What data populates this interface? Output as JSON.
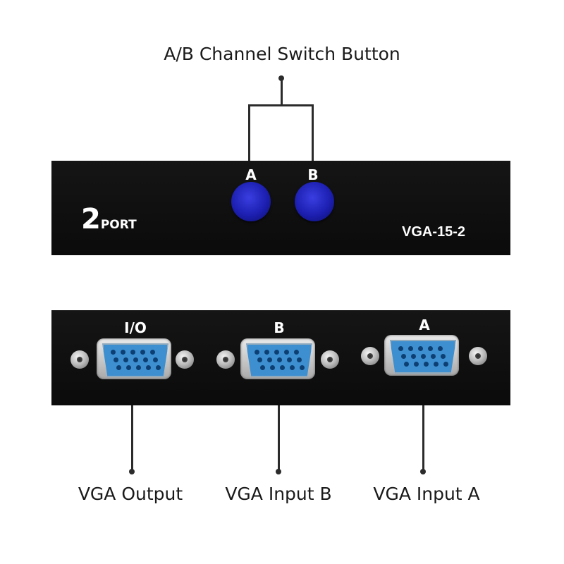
{
  "callouts": {
    "switch_button": "A/B Channel Switch Button",
    "vga_output": "VGA Output",
    "vga_input_b": "VGA Input B",
    "vga_input_a": "VGA Input A"
  },
  "front_panel": {
    "brand_number": "2",
    "brand_word": "PORT",
    "model": "VGA-15-2",
    "button_a_label": "A",
    "button_b_label": "B"
  },
  "rear_panel": {
    "port_io_label": "I/O",
    "port_b_label": "B",
    "port_a_label": "A"
  },
  "colors": {
    "button_blue": "#1c1fb0",
    "port_blue": "#3d8fd0",
    "panel": "#111111"
  }
}
